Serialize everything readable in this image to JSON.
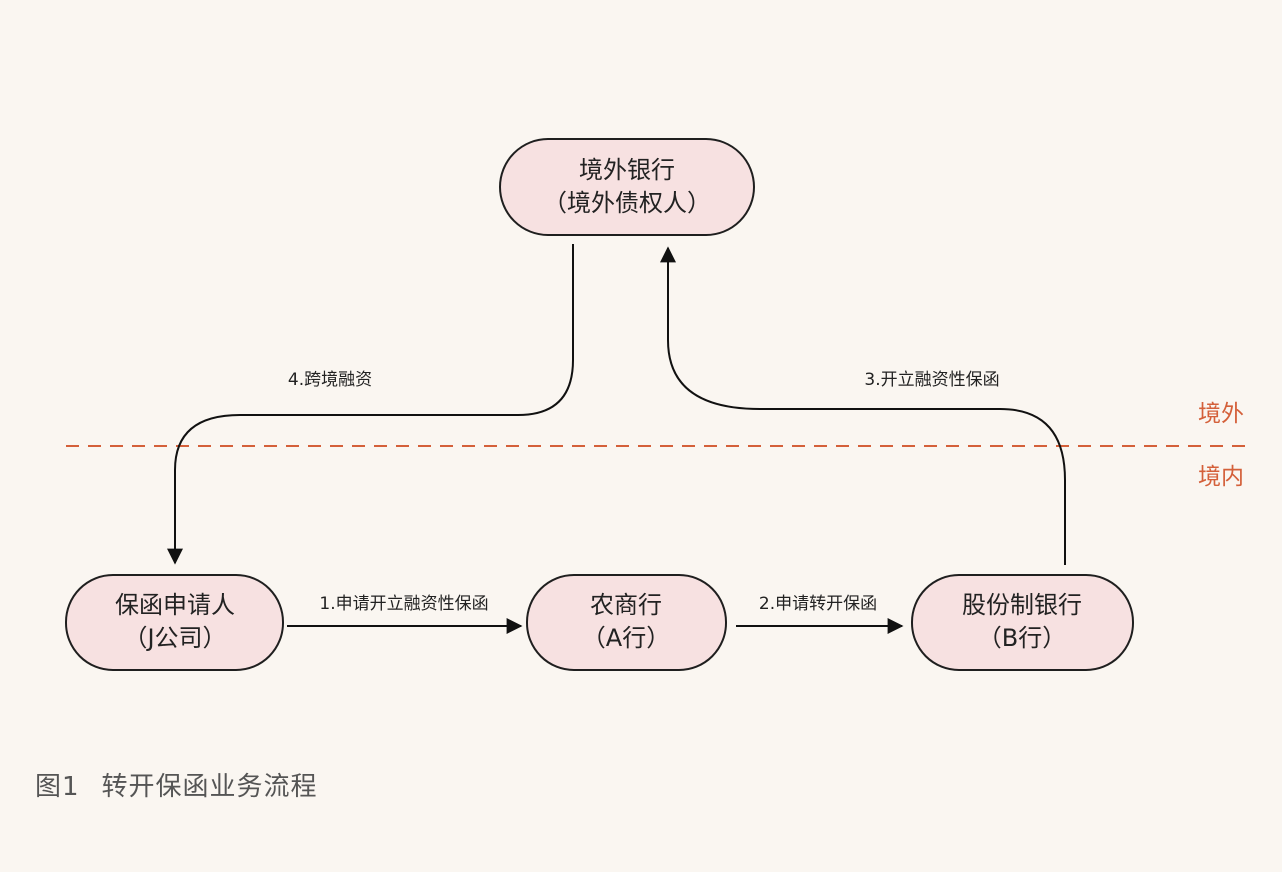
{
  "nodes": {
    "overseas_bank": {
      "line1": "境外银行",
      "line2": "（境外债权人）"
    },
    "applicant": {
      "line1": "保函申请人",
      "line2": "（J公司）"
    },
    "rural_bank": {
      "line1": "农商行",
      "line2": "（A行）"
    },
    "joint_stock_bank": {
      "line1": "股份制银行",
      "line2": "（B行）"
    }
  },
  "edges": {
    "step1": "1.申请开立融资性保函",
    "step2": "2.申请转开保函",
    "step3": "3.开立融资性保函",
    "step4": "4.跨境融资"
  },
  "regions": {
    "overseas": "境外",
    "domestic": "境内"
  },
  "colors": {
    "background": "#faf6f1",
    "node_fill": "#f7e1e1",
    "divider": "#d4603a",
    "caption": "#555555"
  },
  "caption": {
    "figure_number": "图1",
    "title": "转开保函业务流程"
  }
}
